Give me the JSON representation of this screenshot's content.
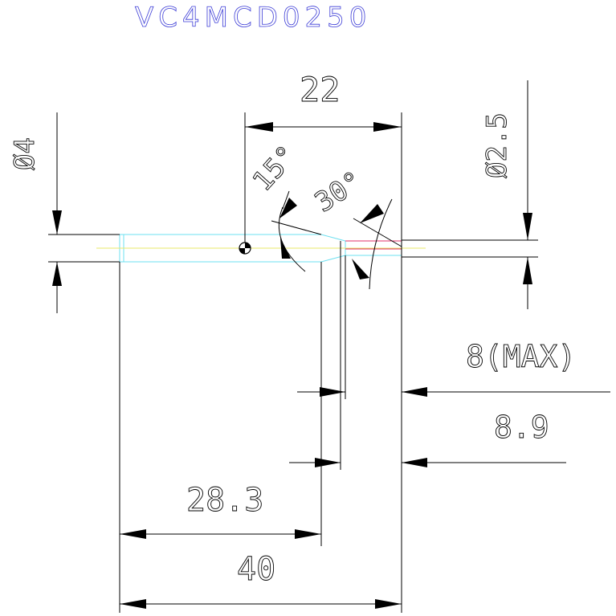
{
  "title": "VC4MCD0250",
  "dimensions": {
    "shank_diameter": "Ø4",
    "tip_diameter": "Ø2.5",
    "length_22": "22",
    "angle_15": "15°",
    "angle_30": "30°",
    "max_8": "8(MAX)",
    "length_8_9": "8.9",
    "length_28_3": "28.3",
    "overall_40": "40"
  },
  "colors": {
    "title": "#3b3bd6",
    "tool_outline": "#6ee0f0",
    "centerline": "#e8e86a",
    "cutting_edge": "#e0306a",
    "dimension": "#000000"
  }
}
